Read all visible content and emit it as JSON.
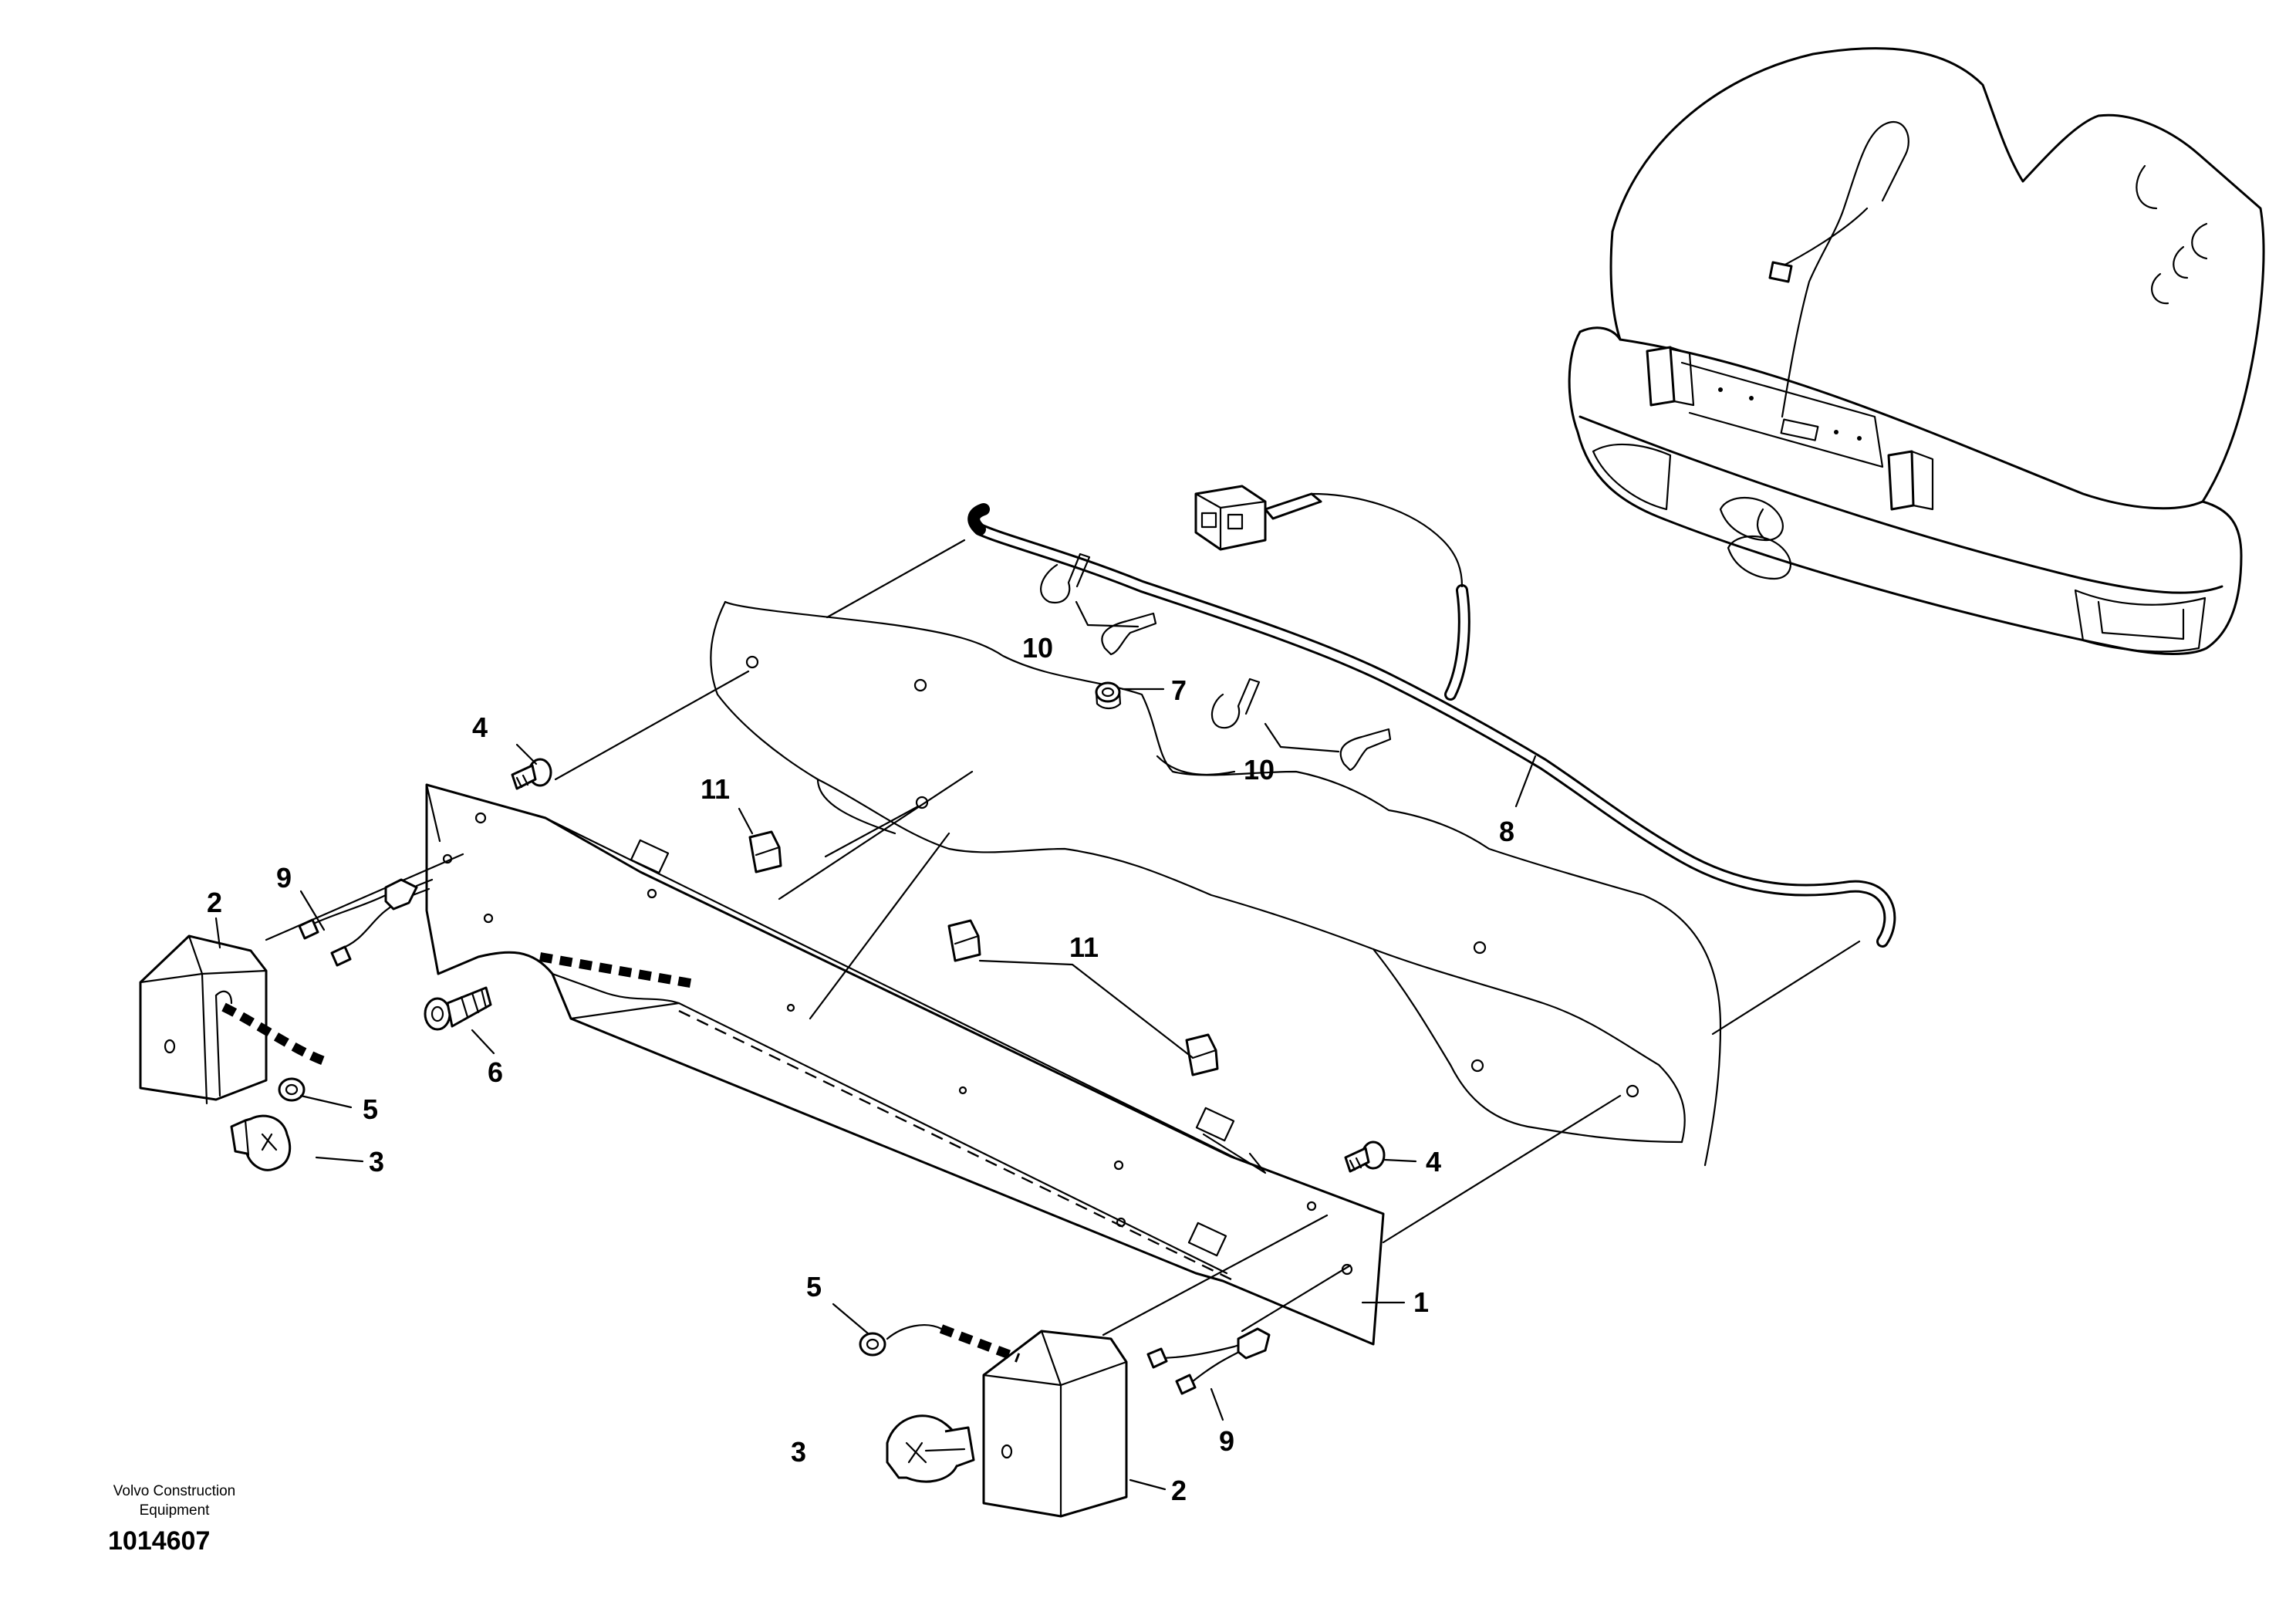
{
  "brand": {
    "line1": "Volvo Construction",
    "line2": "Equipment"
  },
  "drawing_number": "1014607",
  "callouts": [
    "1",
    "2",
    "2",
    "3",
    "3",
    "4",
    "4",
    "5",
    "5",
    "6",
    "7",
    "8",
    "9",
    "9",
    "10",
    "10",
    "11",
    "11"
  ],
  "colors": {
    "ink": "#000000",
    "background": "#ffffff"
  }
}
